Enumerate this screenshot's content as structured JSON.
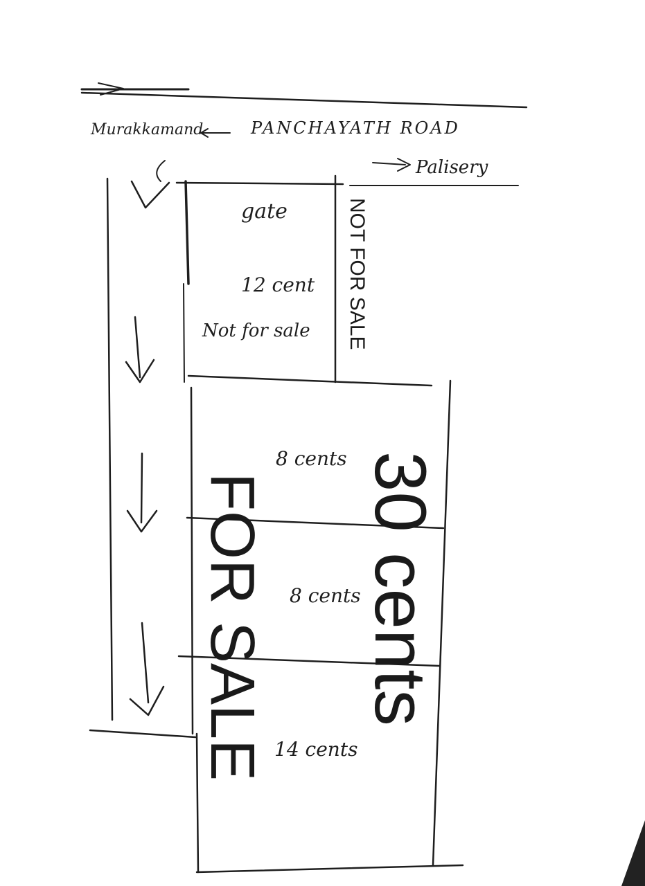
{
  "road": {
    "left_place": "Murakkamand",
    "name": "PANCHAYATH ROAD",
    "right_place": "Palisery"
  },
  "plots": {
    "gate_label": "gate",
    "upper_area": "12 cent",
    "upper_status": "Not for sale",
    "side_note": "NOT FOR SALE",
    "block1": "8 cents",
    "block2": "8 cents",
    "block3": "14 cents",
    "sale_banner": "FOR SALE",
    "total_banner": "30 cents"
  },
  "colors": {
    "ink": "#1e1e1e",
    "banner_black": "#111111",
    "banner_gray": "#6b6b6b",
    "paper": "#ffffff"
  }
}
